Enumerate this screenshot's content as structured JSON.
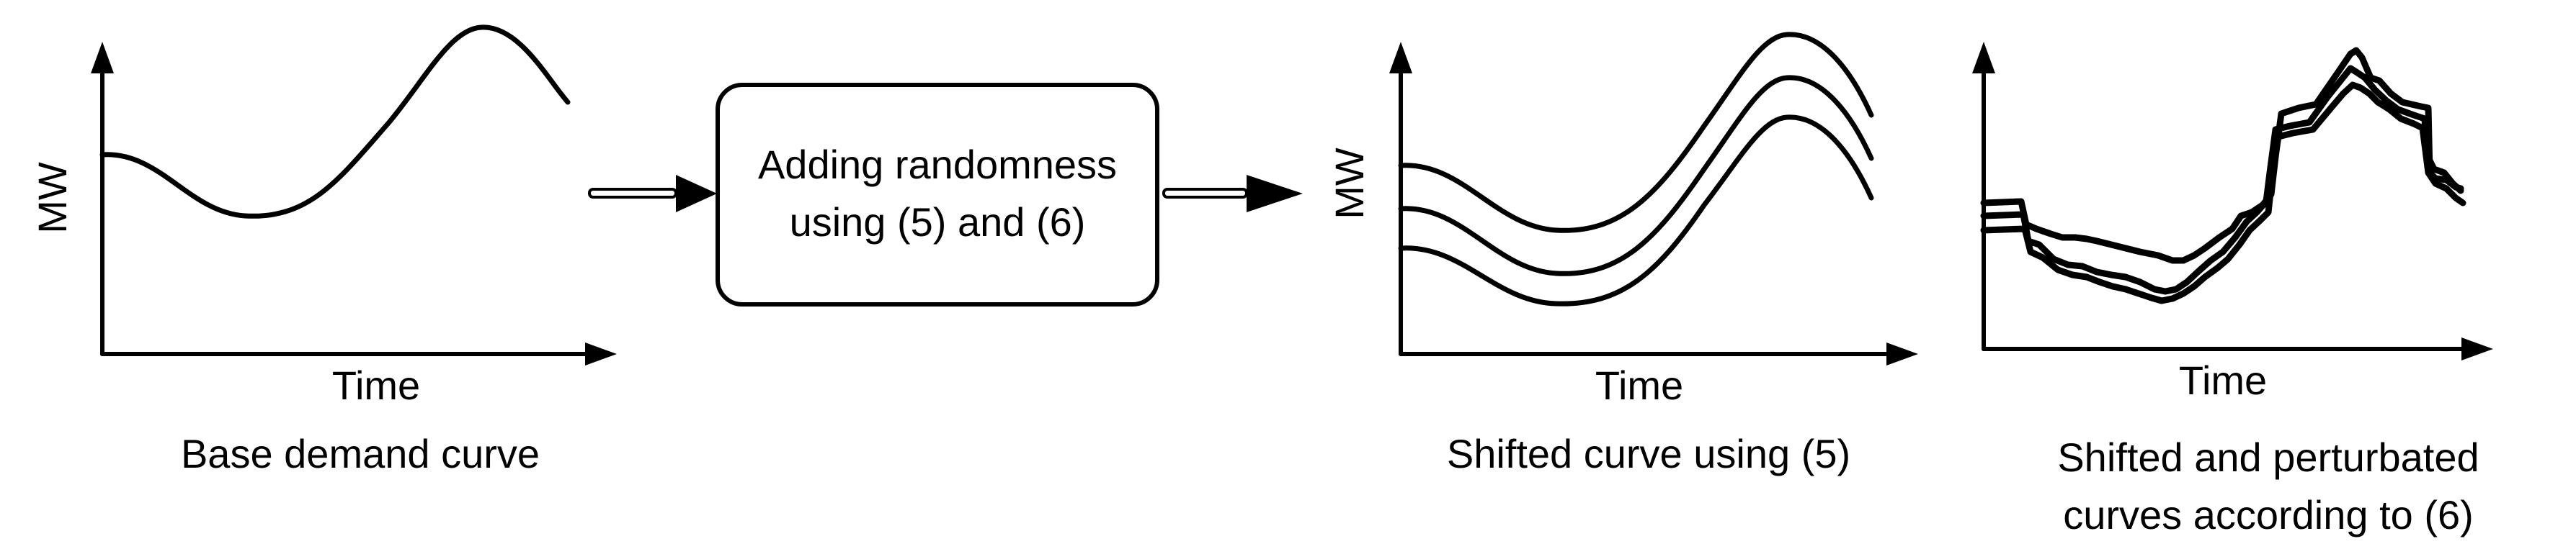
{
  "panel_base": {
    "ylabel": "MW",
    "xlabel": "Time",
    "caption": "Base demand curve"
  },
  "process_box": {
    "line1": "Adding randomness",
    "line2": "using (5) and (6)"
  },
  "panel_shifted": {
    "ylabel": "MW",
    "xlabel": "Time",
    "caption": "Shifted curve using (5)"
  },
  "panel_perturbed": {
    "xlabel": "Time",
    "caption_line1": "Shifted and perturbated",
    "caption_line2": "curves according to (6)"
  }
}
